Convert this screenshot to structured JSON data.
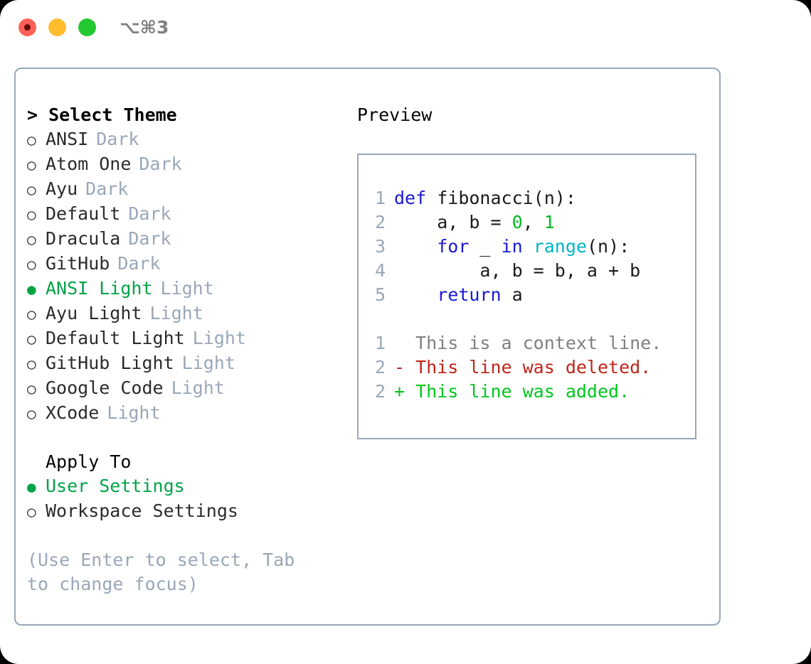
{
  "window": {
    "traffic_lights": [
      "close-button",
      "minimize-button",
      "zoom-button"
    ],
    "shortcut_label": "⌥⌘3",
    "colors": {
      "close": "#ff6058",
      "minimize": "#ffbd2e",
      "zoom": "#23c831",
      "panel_border": "#9aa7b8",
      "accent_green": "#00a445",
      "muted": "#9aa7b8",
      "diff_deleted": "#c0261a",
      "diff_added": "#00c81e",
      "keyword_blue": "#1a1ad4",
      "function_cyan": "#00b5c8",
      "number_green": "#00bb22"
    }
  },
  "theme_picker": {
    "heading": "> Select Theme",
    "bullet_unselected": "○",
    "bullet_selected": "●",
    "items": [
      {
        "name": "ANSI",
        "tag": "Dark",
        "selected": false
      },
      {
        "name": "Atom One",
        "tag": "Dark",
        "selected": false
      },
      {
        "name": "Ayu",
        "tag": "Dark",
        "selected": false
      },
      {
        "name": "Default",
        "tag": "Dark",
        "selected": false
      },
      {
        "name": "Dracula",
        "tag": "Dark",
        "selected": false
      },
      {
        "name": "GitHub",
        "tag": "Dark",
        "selected": false
      },
      {
        "name": "ANSI Light",
        "tag": "Light",
        "selected": true
      },
      {
        "name": "Ayu Light",
        "tag": "Light",
        "selected": false
      },
      {
        "name": "Default Light",
        "tag": "Light",
        "selected": false
      },
      {
        "name": "GitHub Light",
        "tag": "Light",
        "selected": false
      },
      {
        "name": "Google Code",
        "tag": "Light",
        "selected": false
      },
      {
        "name": "XCode",
        "tag": "Light",
        "selected": false
      }
    ]
  },
  "apply_to": {
    "heading": "Apply To",
    "items": [
      {
        "name": "User Settings",
        "selected": true
      },
      {
        "name": "Workspace Settings",
        "selected": false
      }
    ]
  },
  "hint": "(Use Enter to select, Tab to change focus)",
  "preview": {
    "title": "Preview",
    "code_lines": [
      {
        "no": "1",
        "tokens": [
          {
            "t": "def ",
            "c": "kw"
          },
          {
            "t": "fibonacci(n):",
            "c": "txt"
          }
        ]
      },
      {
        "no": "2",
        "tokens": [
          {
            "t": "    a, b = ",
            "c": "txt"
          },
          {
            "t": "0",
            "c": "num"
          },
          {
            "t": ", ",
            "c": "txt"
          },
          {
            "t": "1",
            "c": "num"
          }
        ]
      },
      {
        "no": "3",
        "tokens": [
          {
            "t": "    ",
            "c": "txt"
          },
          {
            "t": "for",
            "c": "kw"
          },
          {
            "t": " _ ",
            "c": "txt"
          },
          {
            "t": "in",
            "c": "kw"
          },
          {
            "t": " ",
            "c": "txt"
          },
          {
            "t": "range",
            "c": "fn"
          },
          {
            "t": "(n):",
            "c": "txt"
          }
        ]
      },
      {
        "no": "4",
        "tokens": [
          {
            "t": "        a, b = b, a + b",
            "c": "txt"
          }
        ]
      },
      {
        "no": "5",
        "tokens": [
          {
            "t": "    ",
            "c": "txt"
          },
          {
            "t": "return",
            "c": "kw"
          },
          {
            "t": " a",
            "c": "txt"
          }
        ]
      }
    ],
    "diff_lines": [
      {
        "no": "1",
        "marker": "  ",
        "text": "This is a context line.",
        "kind": "ctx"
      },
      {
        "no": "2",
        "marker": "- ",
        "text": "This line was deleted.",
        "kind": "del"
      },
      {
        "no": "2",
        "marker": "+ ",
        "text": "This line was added.",
        "kind": "add"
      }
    ]
  }
}
